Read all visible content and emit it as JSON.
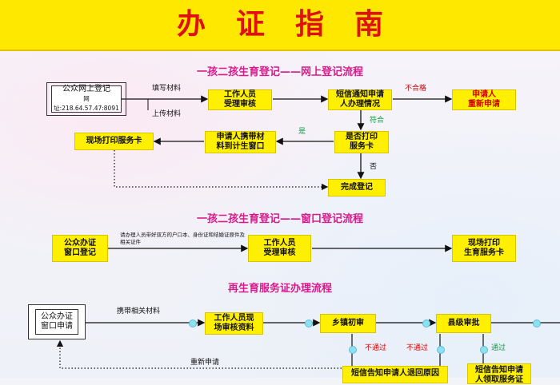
{
  "header": {
    "title": "办证指南"
  },
  "section1": {
    "title": "一孩二孩生育登记——网上登记流程",
    "public_register_line1": "公众网上登记",
    "public_register_line2": "网址:218.64.57.47:8091",
    "fill_material": "填写材料",
    "upload_material": "上传材料",
    "staff_review_line1": "工作人员",
    "staff_review_line2": "受理审核",
    "sms_notice_line1": "短信通知申请",
    "sms_notice_line2": "人办理情况",
    "not_qualified": "不合格",
    "reapply_line1": "申请人",
    "reapply_line2": "重新申请",
    "qualified": "符合",
    "print_q_line1": "是否打印",
    "print_q_line2": "服务卡",
    "yes": "是",
    "bring_line1": "申请人携带材",
    "bring_line2": "料到计生窗口",
    "onsite_print": "现场打印服务卡",
    "no": "否",
    "complete": "完成登记"
  },
  "section2": {
    "title": "一孩二孩生育登记——窗口登记流程",
    "window_line1": "公众办证",
    "window_line2": "窗口登记",
    "note": "请办理人员带好双方的户口本、身份证和结婚证原件及相关证件",
    "staff_line1": "工作人员",
    "staff_line2": "受理审核",
    "print_line1": "现场打印",
    "print_line2": "生育服务卡"
  },
  "section3": {
    "title": "再生育服务证办理流程",
    "apply_line1": "公众办证",
    "apply_line2": "窗口申请",
    "bring_materials": "携带相关材料",
    "staff_line1": "工作人员现",
    "staff_line2": "场审核资料",
    "township": "乡镇初审",
    "county": "县级审批",
    "fail1": "不通过",
    "fail2": "不通过",
    "pass": "通过",
    "reapply": "重新申请",
    "sms_return": "短信告知申请人退回原因",
    "sms_notify_line1": "短信告知申请",
    "sms_notify_line2": "人领取服务证"
  },
  "colors": {
    "header_bg": "#ffe800",
    "title_red": "#e01010",
    "section_pink": "#d81a8c",
    "box_yellow": "#ffef00"
  }
}
